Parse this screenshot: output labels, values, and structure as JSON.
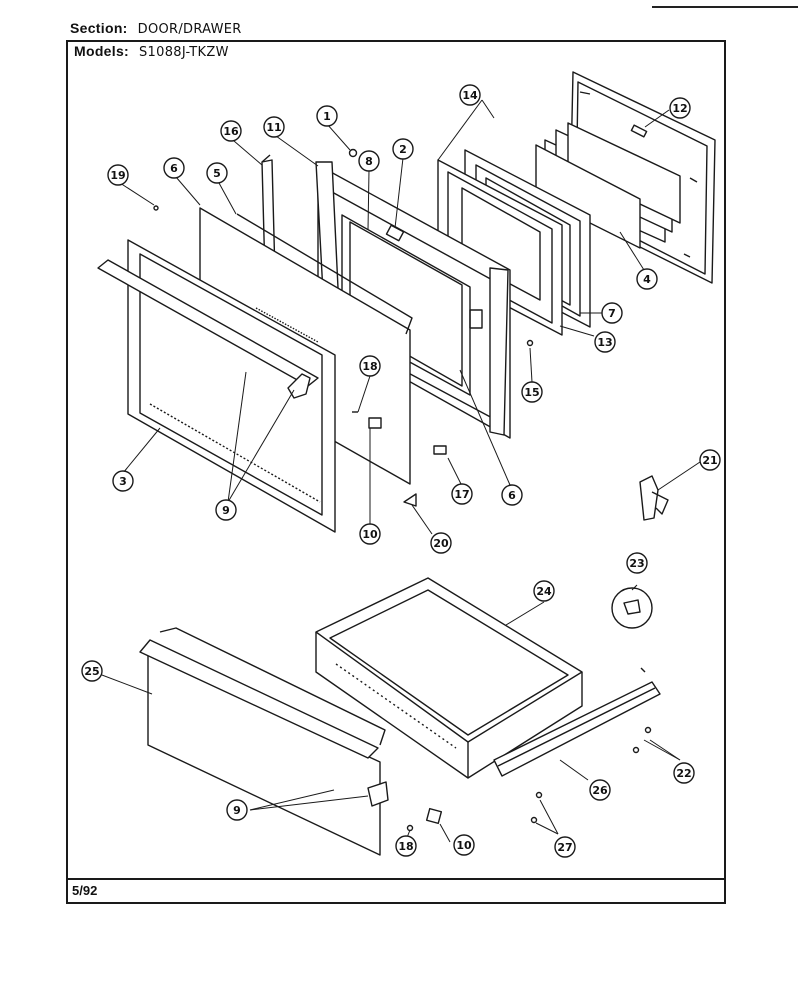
{
  "header": {
    "section_label": "Section:",
    "section_value": "DOOR/DRAWER",
    "models_label": "Models:",
    "models_value": "S1088J-TKZW"
  },
  "footer": {
    "date": "5/92"
  },
  "callouts": [
    "1",
    "2",
    "3",
    "4",
    "5",
    "6",
    "6",
    "7",
    "8",
    "9",
    "9",
    "10",
    "10",
    "11",
    "12",
    "13",
    "14",
    "15",
    "16",
    "17",
    "18",
    "18",
    "19",
    "20",
    "21",
    "22",
    "23",
    "24",
    "25",
    "26",
    "27"
  ]
}
